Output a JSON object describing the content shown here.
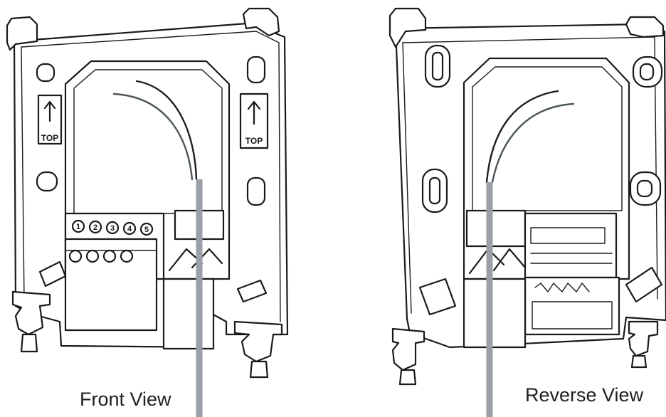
{
  "captions": {
    "front": "Front View",
    "reverse": "Reverse View"
  },
  "front_view": {
    "top_label_left": "TOP",
    "top_label_right": "TOP",
    "terminal_numbers": [
      "1",
      "2",
      "3",
      "4",
      "5"
    ]
  },
  "colors": {
    "line": "#1a1a1a",
    "cable": "#9aa0a6",
    "wire_dark": "#1f1f1f",
    "wire_gray": "#4b5559"
  }
}
